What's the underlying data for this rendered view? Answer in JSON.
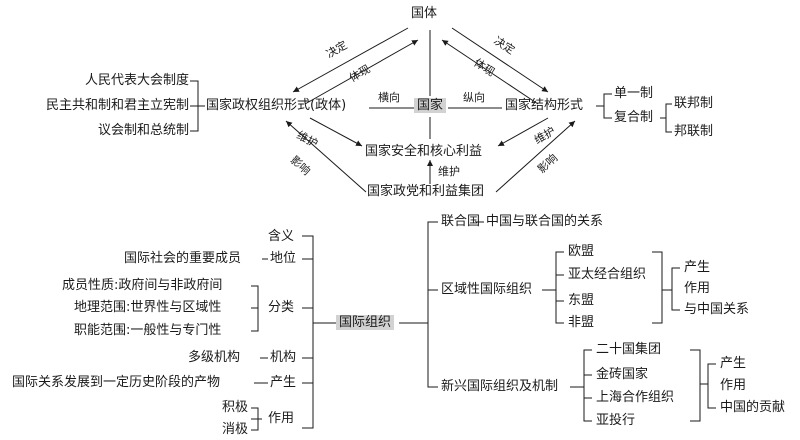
{
  "top": {
    "guoti": "国体",
    "juedingL": "决定",
    "tixianL": "体现",
    "juedingR": "决定",
    "tixianR": "体现",
    "zhengquan": "国家政权组织形式(政体)",
    "hengxiang": "横向",
    "guojia": "国家",
    "zongxiang": "纵向",
    "jiegou": "国家结构形式",
    "anquan": "国家安全和核心利益",
    "weihuL": "维护",
    "yingxiangL": "影响",
    "weihuR": "维护",
    "yingxiangR": "影响",
    "weihuM": "维护",
    "zhengdang": "国家政党和利益集团",
    "left_items": [
      "人民代表大会制度",
      "民主共和制和君主立宪制",
      "议会制和总统制"
    ],
    "danyi": "单一制",
    "fuhe": "复合制",
    "lianbang": "联邦制",
    "banglian": "邦联制"
  },
  "bottom": {
    "center": "国际组织",
    "left": {
      "hanyi": "含义",
      "diwei_src": "国际社会的重要成员",
      "diwei": "地位",
      "xingzhi": "成员性质:政府间与非政府间",
      "dili": "地理范围:世界性与区域性",
      "zhineng": "职能范围:一般性与专门性",
      "fenlei": "分类",
      "jigou_src": "多级机构",
      "jigou": "机构",
      "chansheng_src": "国际关系发展到一定历史阶段的产物",
      "chansheng": "产生",
      "jiji": "积极",
      "xiaoji": "消极",
      "zuoyong": "作用"
    },
    "right": {
      "lianheguo": "联合国",
      "lianheguo_rel": "中国与联合国的关系",
      "quyu": "区域性国际组织",
      "quyu_items": [
        "欧盟",
        "亚太经合组织",
        "东盟",
        "非盟"
      ],
      "quyu_aspects": [
        "产生",
        "作用",
        "与中国关系"
      ],
      "xinxing": "新兴国际组织及机制",
      "xinxing_items": [
        "二十国集团",
        "金砖国家",
        "上海合作组织",
        "亚投行"
      ],
      "xinxing_aspects": [
        "产生",
        "作用",
        "中国的贡献"
      ]
    }
  }
}
